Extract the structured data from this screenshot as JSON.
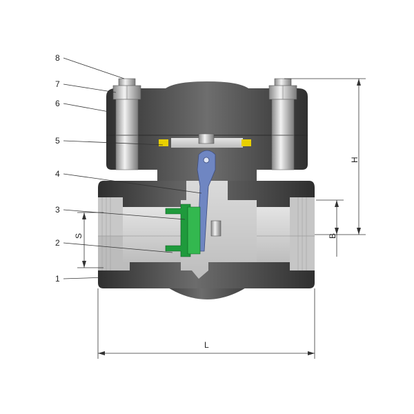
{
  "callouts": [
    {
      "number": "8"
    },
    {
      "number": "7"
    },
    {
      "number": "6"
    },
    {
      "number": "5"
    },
    {
      "number": "4"
    },
    {
      "number": "3"
    },
    {
      "number": "2"
    },
    {
      "number": "1"
    }
  ],
  "dimensions": {
    "H": "H",
    "B": "B",
    "S": "S",
    "L": "L"
  },
  "colors": {
    "body_dark": "#4a4a4a",
    "body_mid": "#6a6a6a",
    "cavity": "#d0d0d0",
    "bolt": "#c8c8c8",
    "seat_green": "#1f9a3c",
    "disc_blue": "#6f86c2",
    "gasket_yellow": "#e8d000"
  }
}
